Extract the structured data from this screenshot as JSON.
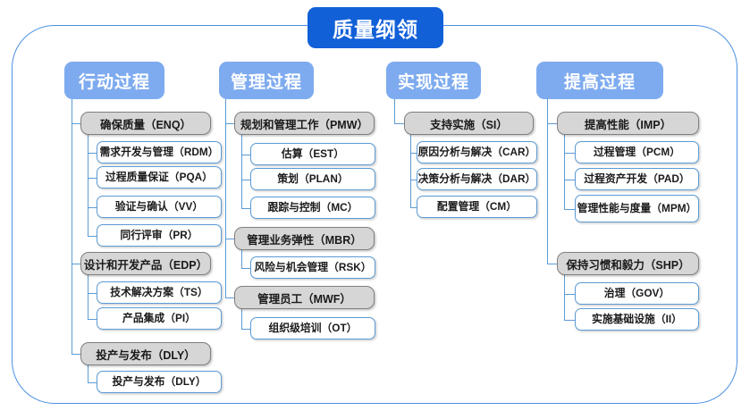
{
  "title": {
    "label": "质量纲领"
  },
  "colors": {
    "title_bg": "#1160d8",
    "column_head_bg": "#7eabef",
    "group_bg": "#d6d6d6",
    "group_border": "#7f7f7f",
    "leaf_border": "#5b9bd5",
    "frame_border": "#4a90e2",
    "connector": "#5b9bd5"
  },
  "columns": [
    {
      "id": "action",
      "head": "行动过程",
      "groups": [
        {
          "label": "确保质量（ENQ）",
          "children": [
            "需求开发与管理（RDM）",
            "过程质量保证（PQA）",
            "验证与确认（VV）",
            "同行评审（PR）"
          ]
        },
        {
          "label": "设计和开发产品（EDP）",
          "children": [
            "技术解决方案（TS）",
            "产品集成（PI）"
          ]
        },
        {
          "label": "投产与发布（DLY）",
          "children": [
            "投产与发布（DLY）"
          ]
        }
      ]
    },
    {
      "id": "manage",
      "head": "管理过程",
      "groups": [
        {
          "label": "规划和管理工作（PMW）",
          "children": [
            "估算（EST）",
            "策划（PLAN）",
            "跟踪与控制（MC）"
          ]
        },
        {
          "label": "管理业务弹性（MBR）",
          "children": [
            "风险与机会管理（RSK）"
          ]
        },
        {
          "label": "管理员工（MWF）",
          "children": [
            "组织级培训（OT）"
          ]
        }
      ]
    },
    {
      "id": "realize",
      "head": "实现过程",
      "groups": [
        {
          "label": "支持实施（SI）",
          "children": [
            "原因分析与解决（CAR）",
            "决策分析与解决（DAR）",
            "配置管理（CM）"
          ]
        }
      ]
    },
    {
      "id": "improve",
      "head": "提高过程",
      "groups": [
        {
          "label": "提高性能（IMP）",
          "children": [
            "过程管理（PCM）",
            "过程资产开发（PAD）",
            "管理性能与度量（MPM）"
          ]
        },
        {
          "label": "保持习惯和毅力（SHP）",
          "children": [
            "治理（GOV）",
            "实施基础设施（II）"
          ]
        }
      ]
    }
  ]
}
